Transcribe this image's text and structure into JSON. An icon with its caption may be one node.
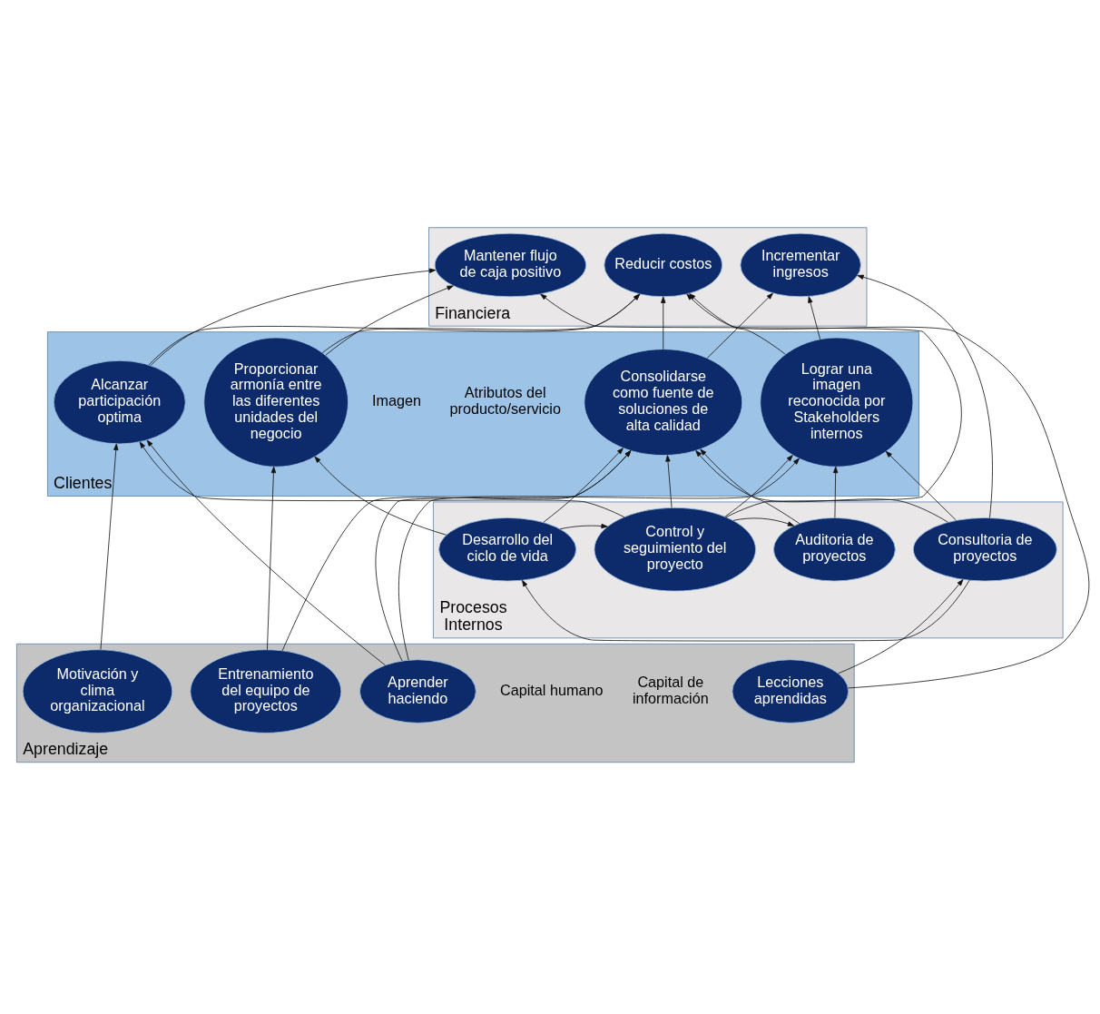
{
  "diagram": {
    "nodes": [
      {
        "text": [
          "Financiera"
        ]
      },
      {
        "text": [
          "Incrementar ingresos"
        ],
        "in": 0
      },
      {
        "text": [
          "Reducir costos"
        ],
        "in": 0
      },
      {
        "text": [
          "Mantener flujo de caja positivo"
        ],
        "in": 0
      },
      {
        "text": [
          "Clientes"
        ]
      },
      {
        "text": [
          "Consolidarse como fuente de soluciones de alta calidad"
        ],
        "in": 4
      },
      {
        "text": [
          "Lograr una imagen reconocida por Stakeholders internos"
        ],
        "in": 4
      },
      {
        "text": [
          "Proporcionar armonía entre las diferentes unidades del negocio"
        ],
        "in": 4
      },
      {
        "text": [
          "Alcanzar participación optima"
        ],
        "in": 4
      },
      {
        "text": [
          "Procesos Internos"
        ]
      },
      {
        "text": [
          "Consultoria de proyectos"
        ],
        "in": 9
      },
      {
        "text": [
          "Desarrollo del ciclo de vida"
        ],
        "in": 9
      },
      {
        "text": [
          "Control y seguimiento del proyecto"
        ],
        "in": 9
      },
      {
        "text": [
          "Auditoria de proyectos"
        ],
        "in": 9
      },
      {
        "text": [
          "Aprendizaje"
        ]
      },
      {
        "text": [
          "Motivación y clima organizacional"
        ],
        "in": 14
      },
      {
        "text": [
          "Entrenamiento del equipo de proyectos"
        ],
        "in": 14
      },
      {
        "text": [
          "Lecciones aprendidas"
        ],
        "in": 14
      },
      {
        "text": [
          "Aprender haciendo"
        ],
        "in": 14
      }
    ],
    "edges": [
      {
        "from": 5,
        "to": 1,
        "arrow": "to"
      },
      {
        "from": 5,
        "to": 2,
        "arrow": "to"
      },
      {
        "from": 6,
        "to": 1,
        "arrow": "to"
      },
      {
        "from": 6,
        "to": 2,
        "arrow": "to"
      },
      {
        "from": 7,
        "to": 2,
        "arrow": "to"
      },
      {
        "from": 7,
        "to": 3,
        "arrow": "to"
      },
      {
        "from": 8,
        "to": 2,
        "arrow": "to"
      },
      {
        "from": 8,
        "to": 3,
        "arrow": "to"
      },
      {
        "from": 10,
        "to": 1,
        "arrow": "to"
      },
      {
        "from": 10,
        "to": 5,
        "arrow": "to"
      },
      {
        "from": 10,
        "to": 6,
        "arrow": "to"
      },
      {
        "from": 10,
        "to": 11,
        "arrow": "to"
      },
      {
        "from": 11,
        "to": 12,
        "arrow": "to"
      },
      {
        "from": 12,
        "to": 13,
        "arrow": "to"
      },
      {
        "from": 11,
        "to": 5,
        "arrow": "to"
      },
      {
        "from": 11,
        "to": 7,
        "arrow": "to"
      },
      {
        "from": 12,
        "to": 5,
        "arrow": "to"
      },
      {
        "from": 12,
        "to": 6,
        "arrow": "to"
      },
      {
        "from": 12,
        "to": 3,
        "arrow": "to"
      },
      {
        "from": 12,
        "to": 8,
        "arrow": "to"
      },
      {
        "from": 13,
        "to": 6,
        "arrow": "to"
      },
      {
        "from": 13,
        "to": 5,
        "arrow": "to"
      },
      {
        "from": 15,
        "to": 8,
        "arrow": "to"
      },
      {
        "from": 16,
        "to": 5,
        "arrow": "to"
      },
      {
        "from": 16,
        "to": 7,
        "arrow": "to"
      },
      {
        "from": 17,
        "to": 10,
        "arrow": "to"
      },
      {
        "from": 17,
        "to": 2,
        "arrow": "to"
      },
      {
        "from": 18,
        "to": 5,
        "arrow": "to"
      },
      {
        "from": 18,
        "to": 6,
        "arrow": "to"
      },
      {
        "from": 18,
        "to": 8,
        "arrow": "to"
      }
    ],
    "labels": [
      "Imagen",
      "Atributos del producto/servicio",
      "Capital humano",
      "Capital de información"
    ]
  }
}
